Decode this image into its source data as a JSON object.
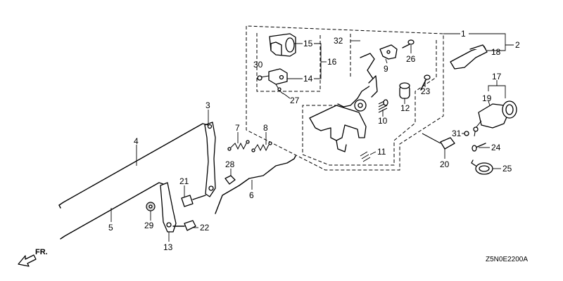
{
  "diagram": {
    "reference_code": "Z5N0E2200A",
    "direction_label": "FR.",
    "callouts": {
      "c1": "1",
      "c2": "2",
      "c3": "3",
      "c4": "4",
      "c5": "5",
      "c6": "6",
      "c7": "7",
      "c8": "8",
      "c9": "9",
      "c10": "10",
      "c11": "11",
      "c12": "12",
      "c13": "13",
      "c14": "14",
      "c15": "15",
      "c16": "16",
      "c17": "17",
      "c18": "18",
      "c19": "19",
      "c20": "20",
      "c21": "21",
      "c22": "22",
      "c23": "23",
      "c24": "24",
      "c25": "25",
      "c26": "26",
      "c27": "27",
      "c28": "28",
      "c29": "29",
      "c30": "30",
      "c31": "31",
      "c32": "32"
    }
  }
}
